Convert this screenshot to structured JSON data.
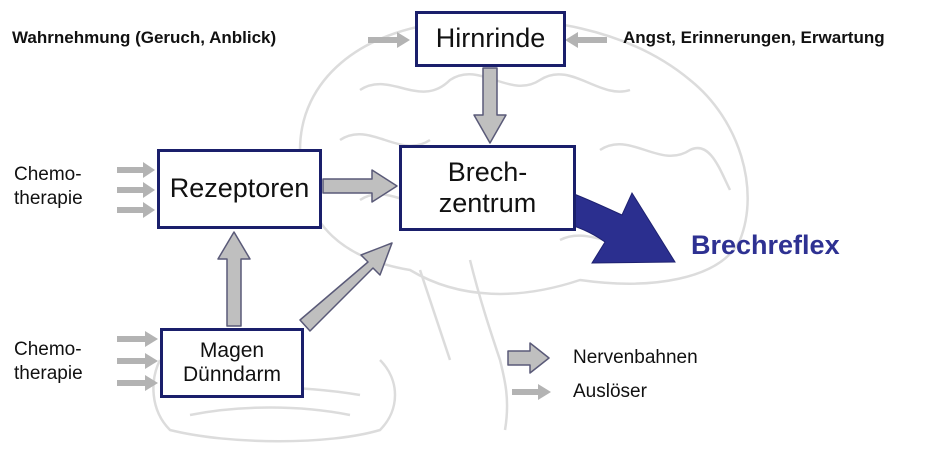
{
  "colors": {
    "box_border": "#1a1f6b",
    "nerve_arrow_fill": "#bfbfbf",
    "nerve_arrow_stroke": "#5a5a78",
    "trigger_arrow": "#b3b3b3",
    "reflex_arrow": "#2b2f8f",
    "reflex_text": "#2e3192",
    "brain_outline": "#dcdcdc"
  },
  "boxes": {
    "hirnrinde": "Hirnrinde",
    "rezeptoren": "Rezeptoren",
    "brechzentrum": "Brech-\nzentrum",
    "magen": "Magen\nDünndarm"
  },
  "labels": {
    "wahrnehmung": "Wahrnehmung (Geruch, Anblick)",
    "angst": "Angst, Erinnerungen, Erwartung",
    "chemo_top": "Chemo-\ntherapie",
    "chemo_bottom": "Chemo-\ntherapie",
    "brechreflex": "Brechreflex"
  },
  "legend": {
    "nerve_label": "Nervenbahnen",
    "trigger_label": "Auslöser"
  },
  "icons": {
    "nerve": "block-arrow-icon",
    "trigger": "thin-arrow-icon",
    "background": "brain-outline-icon"
  }
}
